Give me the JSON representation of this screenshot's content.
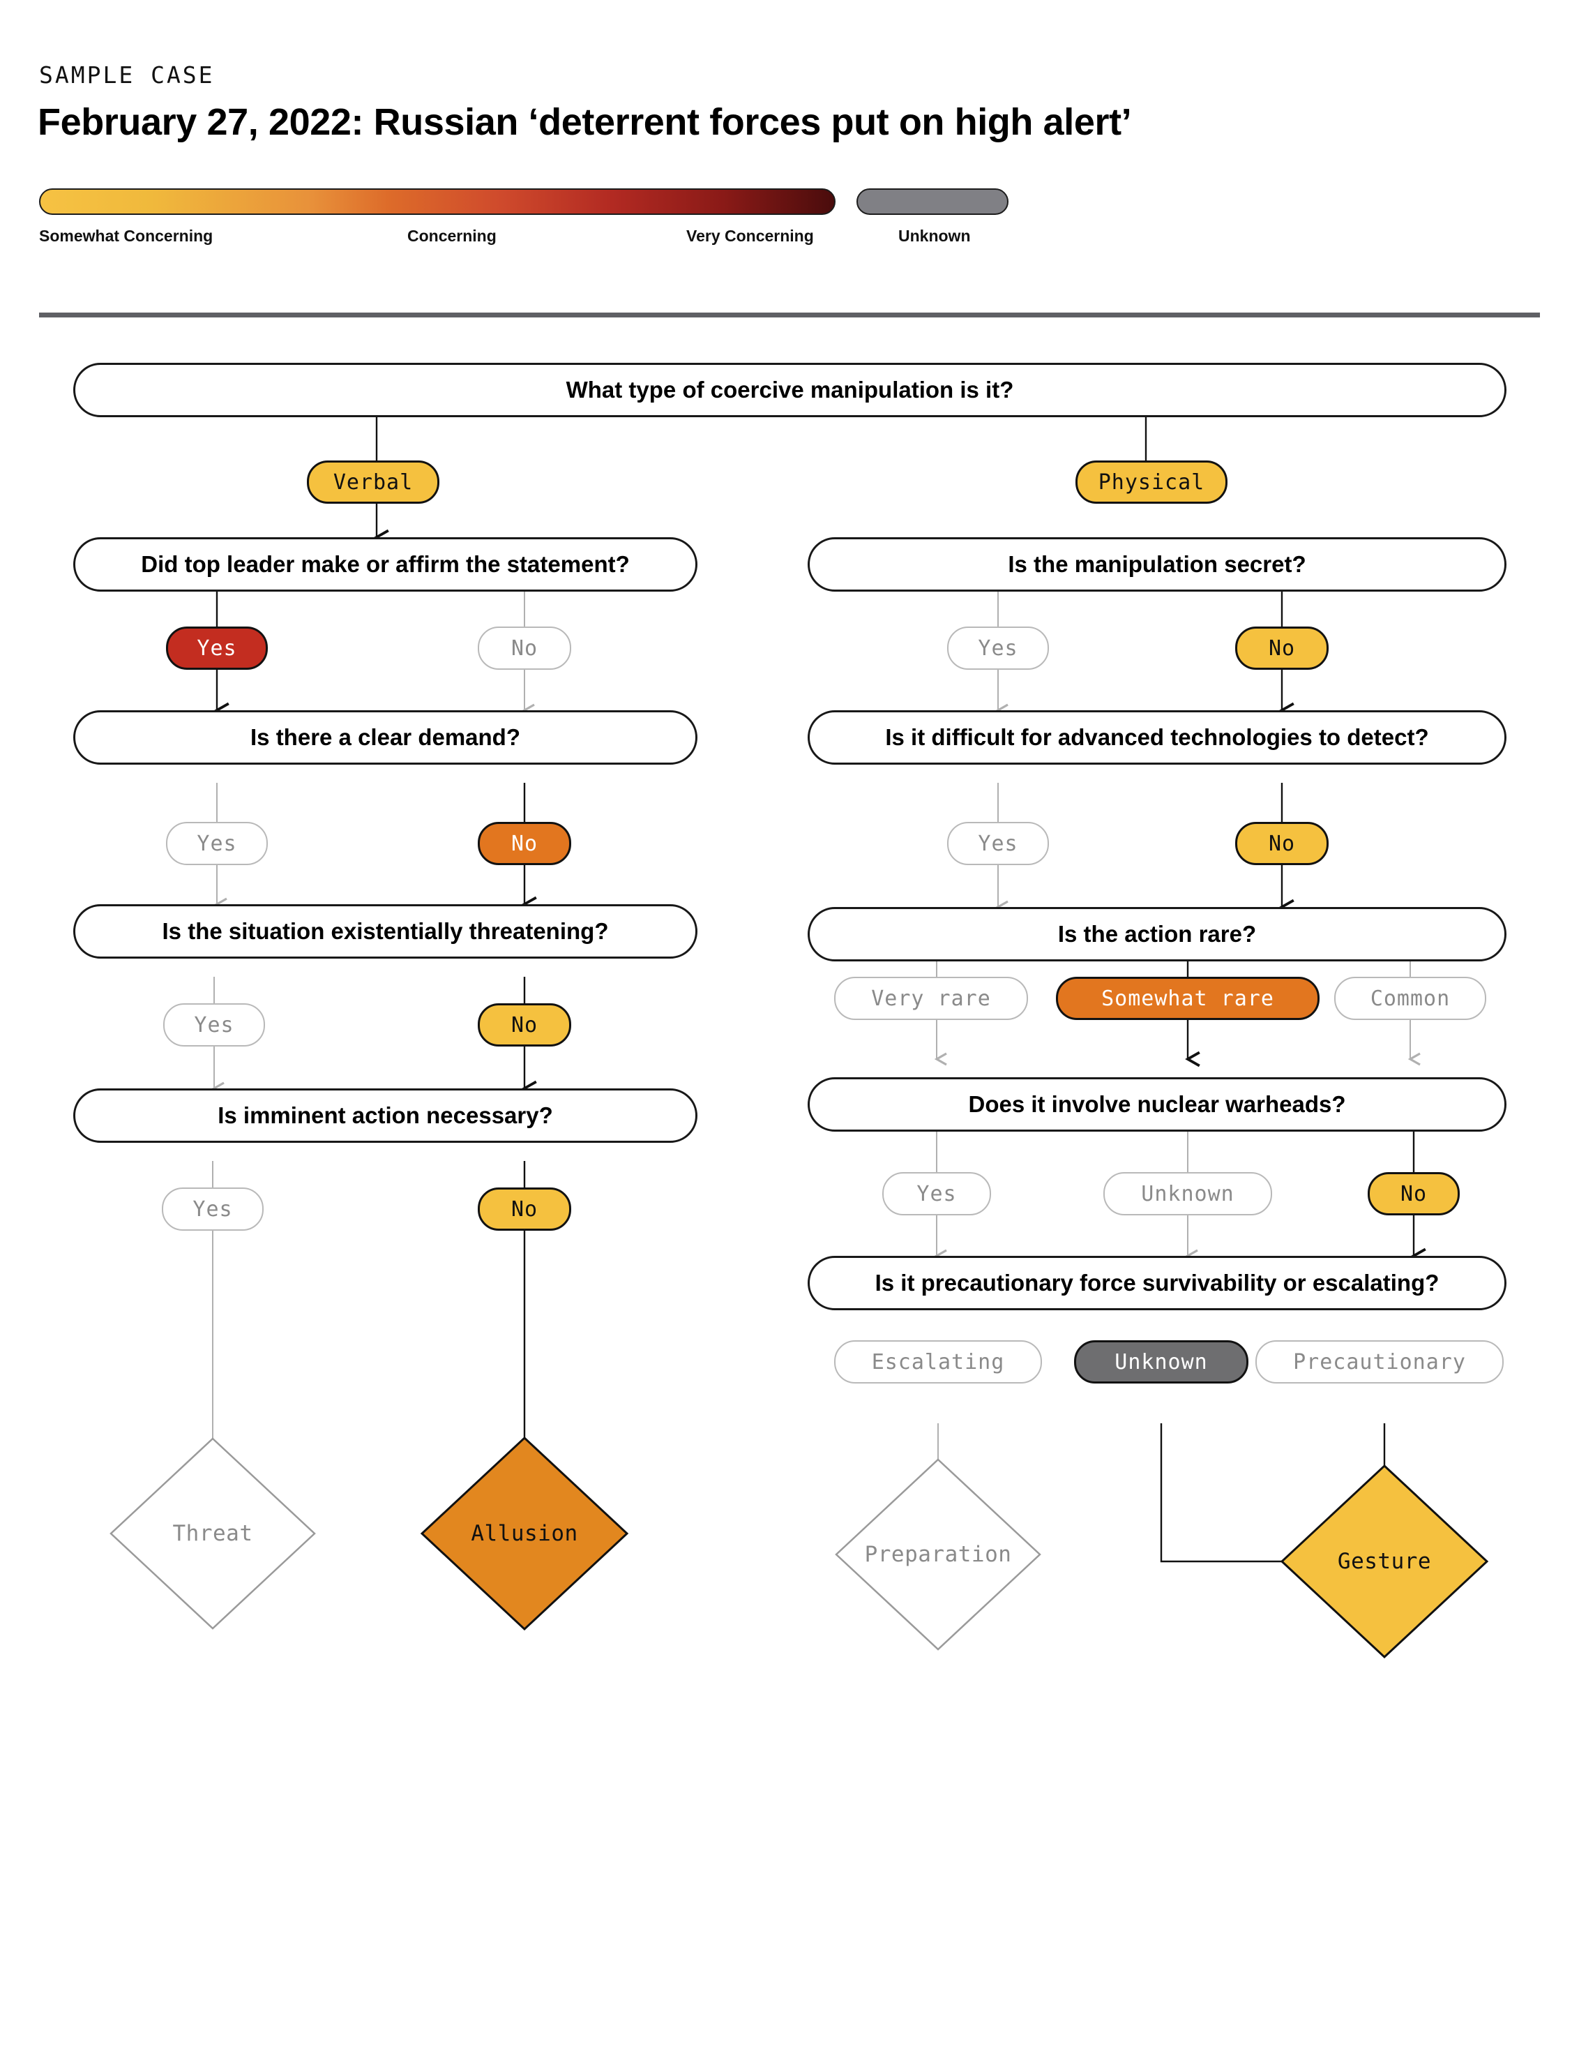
{
  "header": {
    "kicker": "SAMPLE CASE",
    "title": "February 27, 2022: Russian ‘deterrent forces put on high alert’"
  },
  "legend": {
    "labels": [
      "Somewhat Concerning",
      "Concerning",
      "Very Concerning",
      "Unknown"
    ],
    "gradient_start": "#F6C243",
    "gradient_mid": "#DD6B2A",
    "gradient_end": "#4A0C0C",
    "unknown_color": "#808085"
  },
  "palette": {
    "somewhat_concerning": "#F5C13F",
    "concerning": "#E2761F",
    "very_concerning": "#C32D20",
    "unknown": "#6E6E70",
    "inactive_border": "#B9B9B9",
    "inactive_text": "#8A8A8A"
  },
  "chart_data": {
    "type": "diagram",
    "title": "February 27, 2022: Russian ‘deterrent forces put on high alert’",
    "root": "What type of coercive manipulation is it?",
    "selected_path": [
      "Physical",
      "No",
      "No",
      "Somewhat rare",
      "No",
      "Unknown",
      "Gesture"
    ],
    "branches": [
      {
        "column": "left",
        "entry": {
          "label": "Verbal",
          "state": "somewhat_concerning"
        },
        "nodes": [
          {
            "question": "Did top leader make or affirm the statement?",
            "options": [
              {
                "label": "Yes",
                "state": "very_concerning"
              },
              {
                "label": "No",
                "state": "inactive"
              }
            ]
          },
          {
            "question": "Is there a clear demand?",
            "options": [
              {
                "label": "Yes",
                "state": "inactive"
              },
              {
                "label": "No",
                "state": "concerning"
              }
            ]
          },
          {
            "question": "Is the situation existentially threatening?",
            "options": [
              {
                "label": "Yes",
                "state": "inactive"
              },
              {
                "label": "No",
                "state": "somewhat_concerning"
              }
            ]
          },
          {
            "question": "Is imminent action necessary?",
            "options": [
              {
                "label": "Yes",
                "state": "inactive"
              },
              {
                "label": "No",
                "state": "somewhat_concerning"
              }
            ]
          }
        ],
        "outcomes": [
          {
            "label": "Threat",
            "state": "inactive"
          },
          {
            "label": "Allusion",
            "state": "concerning"
          }
        ]
      },
      {
        "column": "right",
        "entry": {
          "label": "Physical",
          "state": "somewhat_concerning"
        },
        "nodes": [
          {
            "question": "Is the manipulation secret?",
            "options": [
              {
                "label": "Yes",
                "state": "inactive"
              },
              {
                "label": "No",
                "state": "somewhat_concerning"
              }
            ]
          },
          {
            "question": "Is it difficult for advanced technologies to detect?",
            "options": [
              {
                "label": "Yes",
                "state": "inactive"
              },
              {
                "label": "No",
                "state": "somewhat_concerning"
              }
            ]
          },
          {
            "question": "Is the action rare?",
            "options": [
              {
                "label": "Very rare",
                "state": "inactive"
              },
              {
                "label": "Somewhat rare",
                "state": "concerning"
              },
              {
                "label": "Common",
                "state": "inactive"
              }
            ]
          },
          {
            "question": "Does it involve nuclear warheads?",
            "options": [
              {
                "label": "Yes",
                "state": "inactive"
              },
              {
                "label": "Unknown",
                "state": "inactive"
              },
              {
                "label": "No",
                "state": "somewhat_concerning"
              }
            ]
          },
          {
            "question": "Is it precautionary force survivability or escalating?",
            "options": [
              {
                "label": "Escalating",
                "state": "inactive"
              },
              {
                "label": "Unknown",
                "state": "unknown"
              },
              {
                "label": "Precautionary",
                "state": "inactive"
              }
            ]
          }
        ],
        "outcomes": [
          {
            "label": "Preparation",
            "state": "inactive"
          },
          {
            "label": "Gesture",
            "state": "somewhat_concerning"
          }
        ]
      }
    ]
  },
  "flow": {
    "root_question": "What type of coercive manipulation is it?",
    "left": {
      "entry": "Verbal",
      "q1": "Did top leader make or affirm the statement?",
      "q1_yes": "Yes",
      "q1_no": "No",
      "q2": "Is there a clear demand?",
      "q2_yes": "Yes",
      "q2_no": "No",
      "q3": "Is the situation existentially threatening?",
      "q3_yes": "Yes",
      "q3_no": "No",
      "q4": "Is imminent action necessary?",
      "q4_yes": "Yes",
      "q4_no": "No",
      "out1": "Threat",
      "out2": "Allusion"
    },
    "right": {
      "entry": "Physical",
      "q1": "Is the manipulation secret?",
      "q1_yes": "Yes",
      "q1_no": "No",
      "q2": "Is it difficult for advanced technologies to detect?",
      "q2_yes": "Yes",
      "q2_no": "No",
      "q3": "Is the action rare?",
      "q3_a": "Very rare",
      "q3_b": "Somewhat rare",
      "q3_c": "Common",
      "q4": "Does it involve nuclear warheads?",
      "q4_a": "Yes",
      "q4_b": "Unknown",
      "q4_c": "No",
      "q5": "Is it precautionary force survivability or escalating?",
      "q5_a": "Escalating",
      "q5_b": "Unknown",
      "q5_c": "Precautionary",
      "out1": "Preparation",
      "out2": "Gesture"
    }
  }
}
